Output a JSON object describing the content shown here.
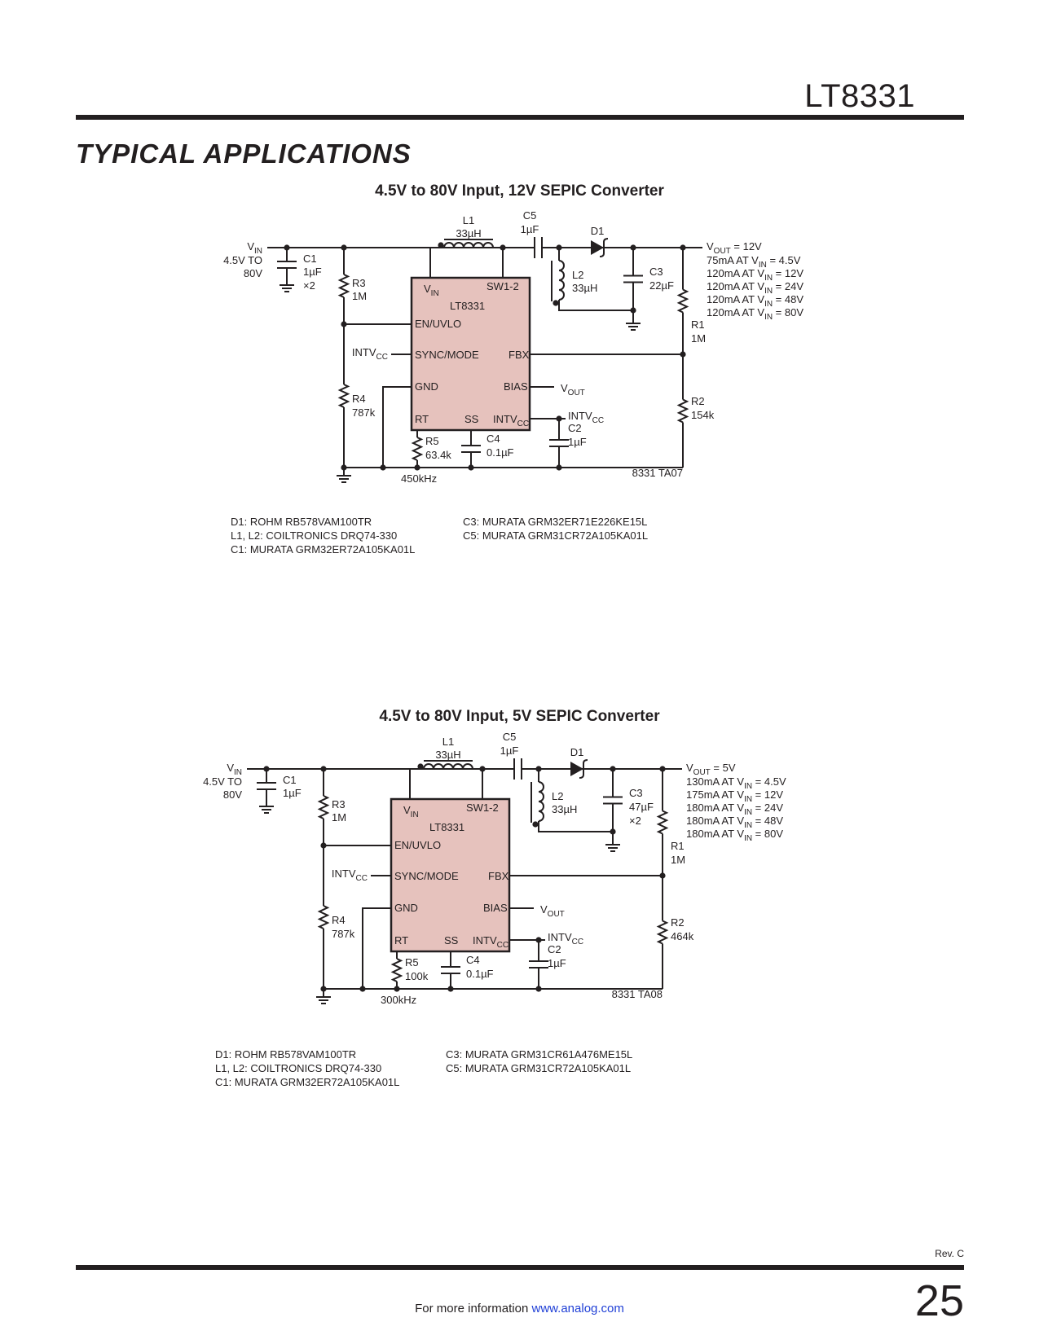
{
  "header": {
    "part_number": "LT8331",
    "section_title": "TYPICAL APPLICATIONS"
  },
  "figure1": {
    "title": "4.5V to 80V Input, 12V SEPIC Converter",
    "labels": {
      "vin": "V",
      "vin_sub": "IN",
      "vin_range": "4.5V TO",
      "vin_range2": "80V",
      "c1": "C1",
      "c1_val": "1µF",
      "c1_qty": "×2",
      "l1": "L1",
      "l1_val": "33µH",
      "c5": "C5",
      "c5_val": "1µF",
      "d1": "D1",
      "l2": "L2",
      "l2_val": "33µH",
      "c3": "C3",
      "c3_val": "22µF",
      "r3": "R3",
      "r3_val": "1M",
      "r4": "R4",
      "r4_val": "787k",
      "r5": "R5",
      "r5_val": "63.4k",
      "c4": "C4",
      "c4_val": "0.1µF",
      "c2": "C2",
      "c2_val": "1µF",
      "r1": "R1",
      "r1_val": "1M",
      "r2": "R2",
      "r2_val": "154k",
      "freq": "450kHz",
      "code": "8331 TA07",
      "ic_name": "LT8331",
      "pin_vin": "V",
      "pin_vin_sub": "IN",
      "pin_sw": "SW1-2",
      "pin_en": "EN/UVLO",
      "pin_sync": "SYNC/MODE",
      "pin_fbx": "FBX",
      "pin_gnd": "GND",
      "pin_bias": "BIAS",
      "pin_rt": "RT",
      "pin_ss": "SS",
      "pin_intvcc": "INTV",
      "pin_intvcc_sub": "CC",
      "intvcc": "INTV",
      "intvcc_sub": "CC",
      "vout": "V",
      "vout_sub": "OUT"
    },
    "output": {
      "vout": "V",
      "vout_sub": "OUT",
      "vout_val": " = 12V",
      "lines": [
        {
          "pre": "75mA AT V",
          "sub": "IN",
          "post": " = 4.5V"
        },
        {
          "pre": "120mA AT V",
          "sub": "IN",
          "post": " = 12V"
        },
        {
          "pre": "120mA AT V",
          "sub": "IN",
          "post": " = 24V"
        },
        {
          "pre": "120mA AT V",
          "sub": "IN",
          "post": " = 48V"
        },
        {
          "pre": "120mA AT V",
          "sub": "IN",
          "post": " = 80V"
        }
      ]
    },
    "notes_left": [
      "D1: ROHM RB578VAM100TR",
      "L1, L2: COILTRONICS DRQ74-330",
      "C1: MURATA GRM32ER72A105KA01L"
    ],
    "notes_right": [
      "C3: MURATA GRM32ER71E226KE15L",
      "C5: MURATA GRM31CR72A105KA01L"
    ]
  },
  "figure2": {
    "title": "4.5V to 80V Input, 5V SEPIC Converter",
    "labels": {
      "vin": "V",
      "vin_sub": "IN",
      "vin_range": "4.5V TO",
      "vin_range2": "80V",
      "c1": "C1",
      "c1_val": "1µF",
      "l1": "L1",
      "l1_val": "33µH",
      "c5": "C5",
      "c5_val": "1µF",
      "d1": "D1",
      "l2": "L2",
      "l2_val": "33µH",
      "c3": "C3",
      "c3_val": "47µF",
      "c3_qty": "×2",
      "r3": "R3",
      "r3_val": "1M",
      "r4": "R4",
      "r4_val": "787k",
      "r5": "R5",
      "r5_val": "100k",
      "c4": "C4",
      "c4_val": "0.1µF",
      "c2": "C2",
      "c2_val": "1µF",
      "r1": "R1",
      "r1_val": "1M",
      "r2": "R2",
      "r2_val": "464k",
      "freq": "300kHz",
      "code": "8331 TA08",
      "ic_name": "LT8331",
      "pin_vin": "V",
      "pin_vin_sub": "IN",
      "pin_sw": "SW1-2",
      "pin_en": "EN/UVLO",
      "pin_sync": "SYNC/MODE",
      "pin_fbx": "FBX",
      "pin_gnd": "GND",
      "pin_bias": "BIAS",
      "pin_rt": "RT",
      "pin_ss": "SS",
      "pin_intvcc": "INTV",
      "pin_intvcc_sub": "CC",
      "intvcc": "INTV",
      "intvcc_sub": "CC",
      "vout": "V",
      "vout_sub": "OUT"
    },
    "output": {
      "vout": "V",
      "vout_sub": "OUT",
      "vout_val": " = 5V",
      "lines": [
        {
          "pre": "130mA AT V",
          "sub": "IN",
          "post": " = 4.5V"
        },
        {
          "pre": "175mA AT V",
          "sub": "IN",
          "post": " = 12V"
        },
        {
          "pre": "180mA AT V",
          "sub": "IN",
          "post": " = 24V"
        },
        {
          "pre": "180mA AT V",
          "sub": "IN",
          "post": " = 48V"
        },
        {
          "pre": "180mA AT V",
          "sub": "IN",
          "post": " = 80V"
        }
      ]
    },
    "notes_left": [
      "D1: ROHM RB578VAM100TR",
      "L1, L2: COILTRONICS DRQ74-330",
      "C1: MURATA GRM32ER72A105KA01L"
    ],
    "notes_right": [
      "C3: MURATA GRM31CR61A476ME15L",
      "C5: MURATA GRM31CR72A105KA01L"
    ]
  },
  "footer": {
    "rev": "Rev. C",
    "page_number": "25",
    "info_text": "For more information ",
    "link_text": "www.analog.com"
  }
}
